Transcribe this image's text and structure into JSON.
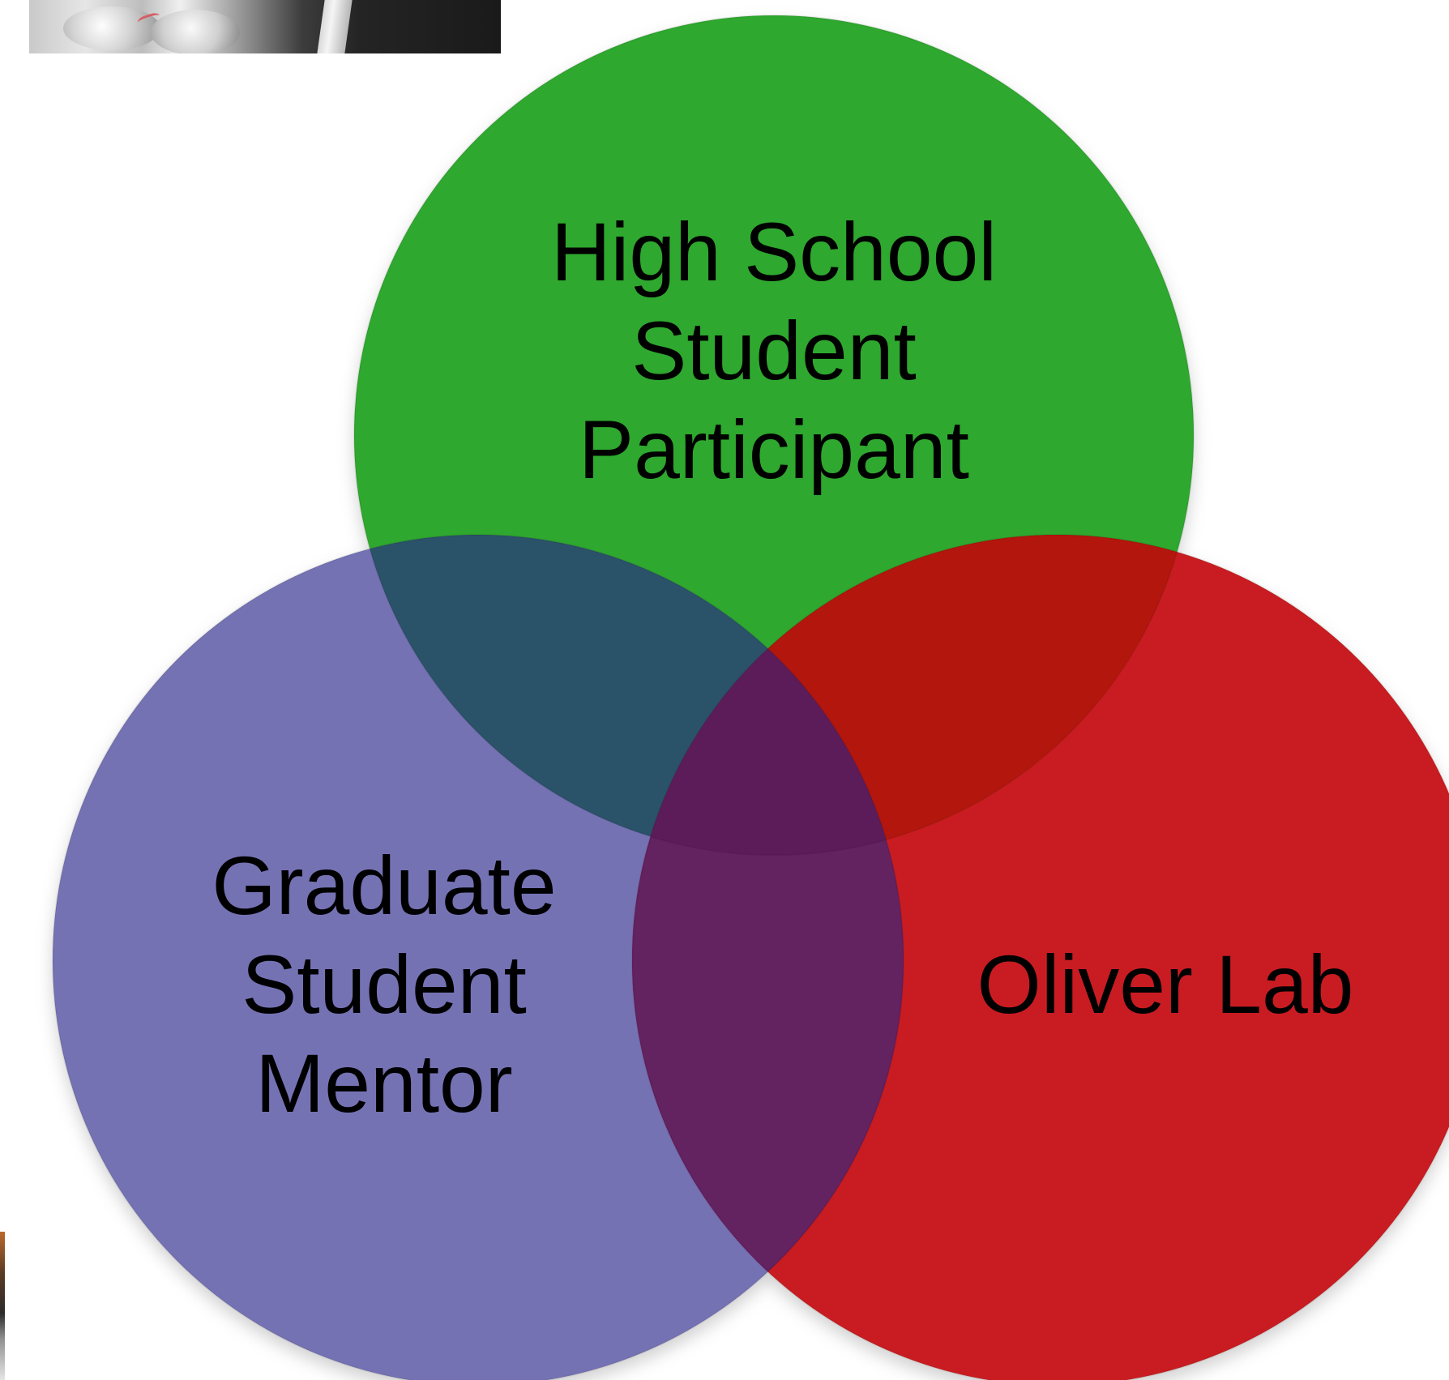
{
  "diagram": {
    "type": "venn",
    "sets": [
      {
        "label_lines": [
          "High School",
          "Student",
          "Participant"
        ],
        "color": "#2fa82e"
      },
      {
        "label_lines": [
          "Graduate",
          "Student",
          "Mentor"
        ],
        "color": "#7572b4"
      },
      {
        "label_lines": [
          "Oliver Lab"
        ],
        "color": "#c91f20"
      }
    ],
    "overlap_colors": {
      "green_blue": "#2c5269",
      "green_red": "#b2170b",
      "blue_red": "#632061",
      "center": "#5c1d5a"
    }
  },
  "icons": {
    "top_photo": "cropped-photo-fragment",
    "left_photo": "cropped-photo-strip"
  }
}
